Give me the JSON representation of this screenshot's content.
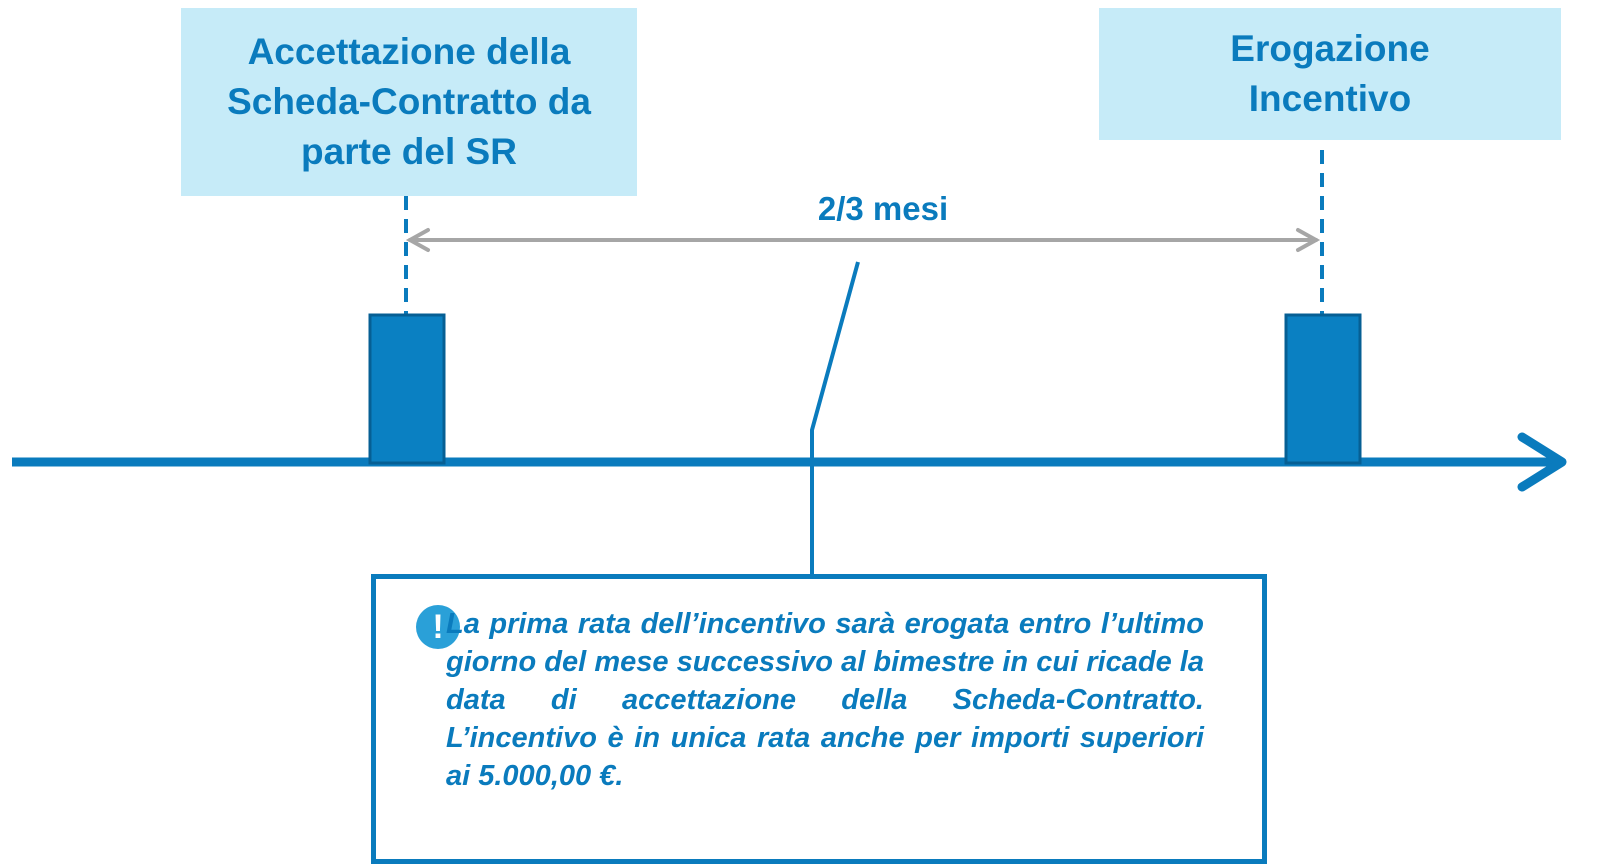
{
  "left_label": {
    "lines": [
      "Accettazione della",
      "Scheda-Contratto da",
      "parte del SR"
    ]
  },
  "right_label": {
    "lines": [
      "Erogazione",
      "Incentivo"
    ]
  },
  "duration_label": "2/3 mesi",
  "note": {
    "icon": "exclamation-icon",
    "text": "La prima rata dell’incentivo sarà erogata entro l’ultimo giorno del mese successivo al bimestre in cui ricade la data di accettazione della Scheda-Contratto. L’incentivo è in unica rata anche per importi superiori ai 5.000,00 €."
  },
  "colors": {
    "accent_blue": "#0a7bbd",
    "label_bg": "#c6ebf8",
    "marker_fill": "#0a80c2",
    "span_arrow_gray": "#a6a6a6"
  }
}
